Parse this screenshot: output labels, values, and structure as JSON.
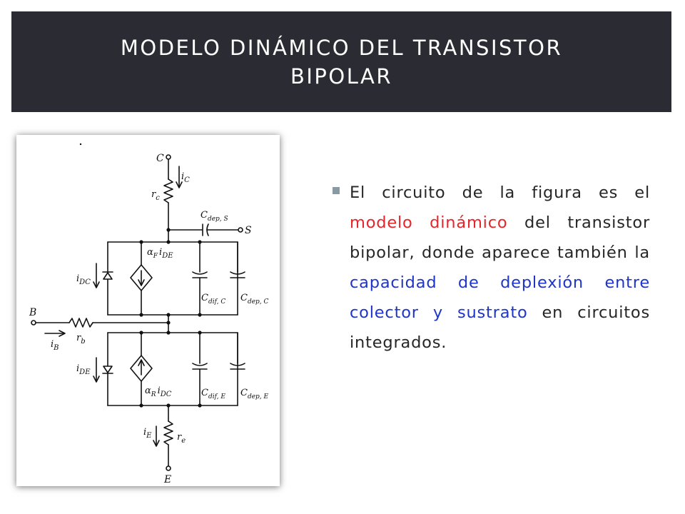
{
  "slide": {
    "title_line1": "MODELO DINÁMICO DEL TRANSISTOR",
    "title_line2": "BIPOLAR",
    "colors": {
      "title_bar": "#2b2b33",
      "bullet": "#8a9aa5",
      "highlight_red": "#e3262a",
      "highlight_blue": "#1e35c8"
    },
    "bullet_icon": "square-bullet-icon",
    "paragraph": {
      "part1": "El circuito de la figura es el ",
      "highlight1": "modelo dinámico",
      "part2": " del transistor bipolar, donde aparece también la ",
      "highlight2": "capacidad de deplexión entre colector y sustrato",
      "part3": " en circuitos integrados."
    }
  },
  "figure": {
    "labels": {
      "node_c": "C",
      "node_s": "S",
      "node_b": "B",
      "node_e": "E",
      "i": "i",
      "r": "r",
      "C_cap": "C",
      "sub_c": "C",
      "sub_b": "B",
      "sub_e": "E",
      "sub_rc": "c",
      "sub_rb": "b",
      "sub_re": "e",
      "sub_dc": "DC",
      "sub_de": "DE",
      "sub_dep_s": "dep, S",
      "sub_dif_c": "dif, C",
      "sub_dep_c": "dep, C",
      "sub_dif_e": "dif, E",
      "sub_dep_e": "dep, E",
      "alpha": "α",
      "sub_f": "F",
      "sub_r": "R"
    }
  }
}
